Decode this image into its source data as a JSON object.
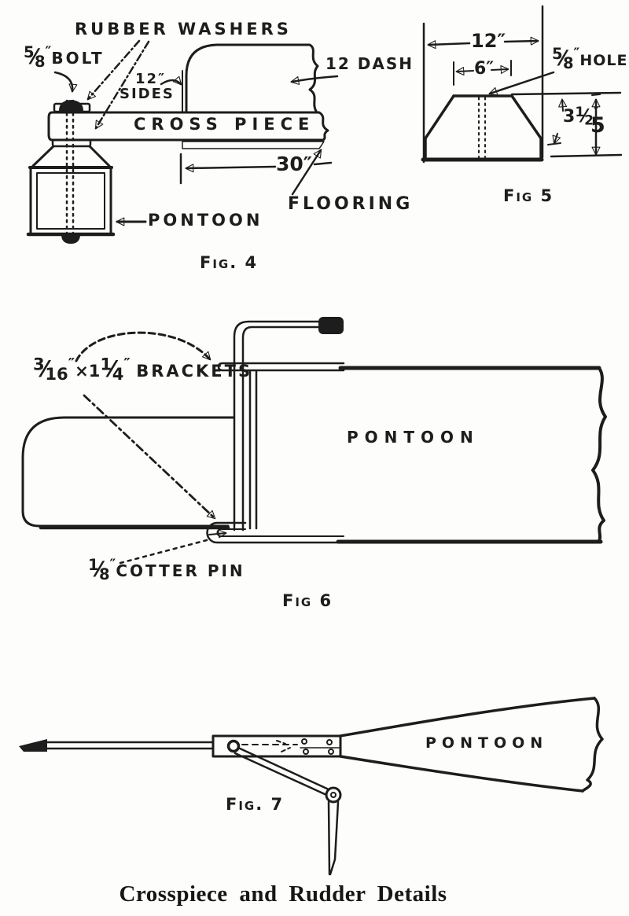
{
  "page": {
    "caption": "Crosspiece and Rudder Details",
    "ink_color": "#1d1d1d",
    "paper_color": "#fdfdfb"
  },
  "fig4": {
    "fig_label": "Fig. 4",
    "rubber_washers_label": "RUBBER WASHERS",
    "bolt_fraction_num": "5",
    "bolt_fraction_slash": "⁄",
    "bolt_fraction_den": "8",
    "bolt_inch": "″",
    "bolt_word": "BOLT",
    "sides_dim": "12″",
    "sides_word": "SIDES",
    "cross_piece_label": "CROSS  PIECE",
    "dash_label": "12 DASH",
    "floor_width_dim": "30″",
    "flooring_label": "FLOORING",
    "pontoon_label": "PONTOON"
  },
  "fig5": {
    "fig_label": "Fig 5",
    "overall_width_dim": "12″",
    "top_width_dim": "6″",
    "hole_fraction_num": "5",
    "hole_fraction_slash": "⁄",
    "hole_fraction_den": "8",
    "hole_inch": "″",
    "hole_word": "HOLE",
    "block_height_whole": "3",
    "block_height_num": "1",
    "block_height_slash": "⁄",
    "block_height_den": "2",
    "block_height_inch": "″",
    "overall_height_dim": "5"
  },
  "fig6": {
    "fig_label": "Fig 6",
    "bracket_f1_num": "3",
    "bracket_f1_slash": "⁄",
    "bracket_f1_den": "16",
    "bracket_f1_inch": "″",
    "bracket_times": "×",
    "bracket_whole": "1",
    "bracket_f2_num": "1",
    "bracket_f2_slash": "⁄",
    "bracket_f2_den": "4",
    "bracket_f2_inch": "″",
    "bracket_word": "BRACKETS",
    "pontoon_label": "PONTOON",
    "cotter_fraction_num": "1",
    "cotter_fraction_slash": "⁄",
    "cotter_fraction_den": "8",
    "cotter_inch": "″",
    "cotter_word": "COTTER PIN"
  },
  "fig7": {
    "fig_label": "Fig. 7",
    "pontoon_label": "PONTOON"
  }
}
